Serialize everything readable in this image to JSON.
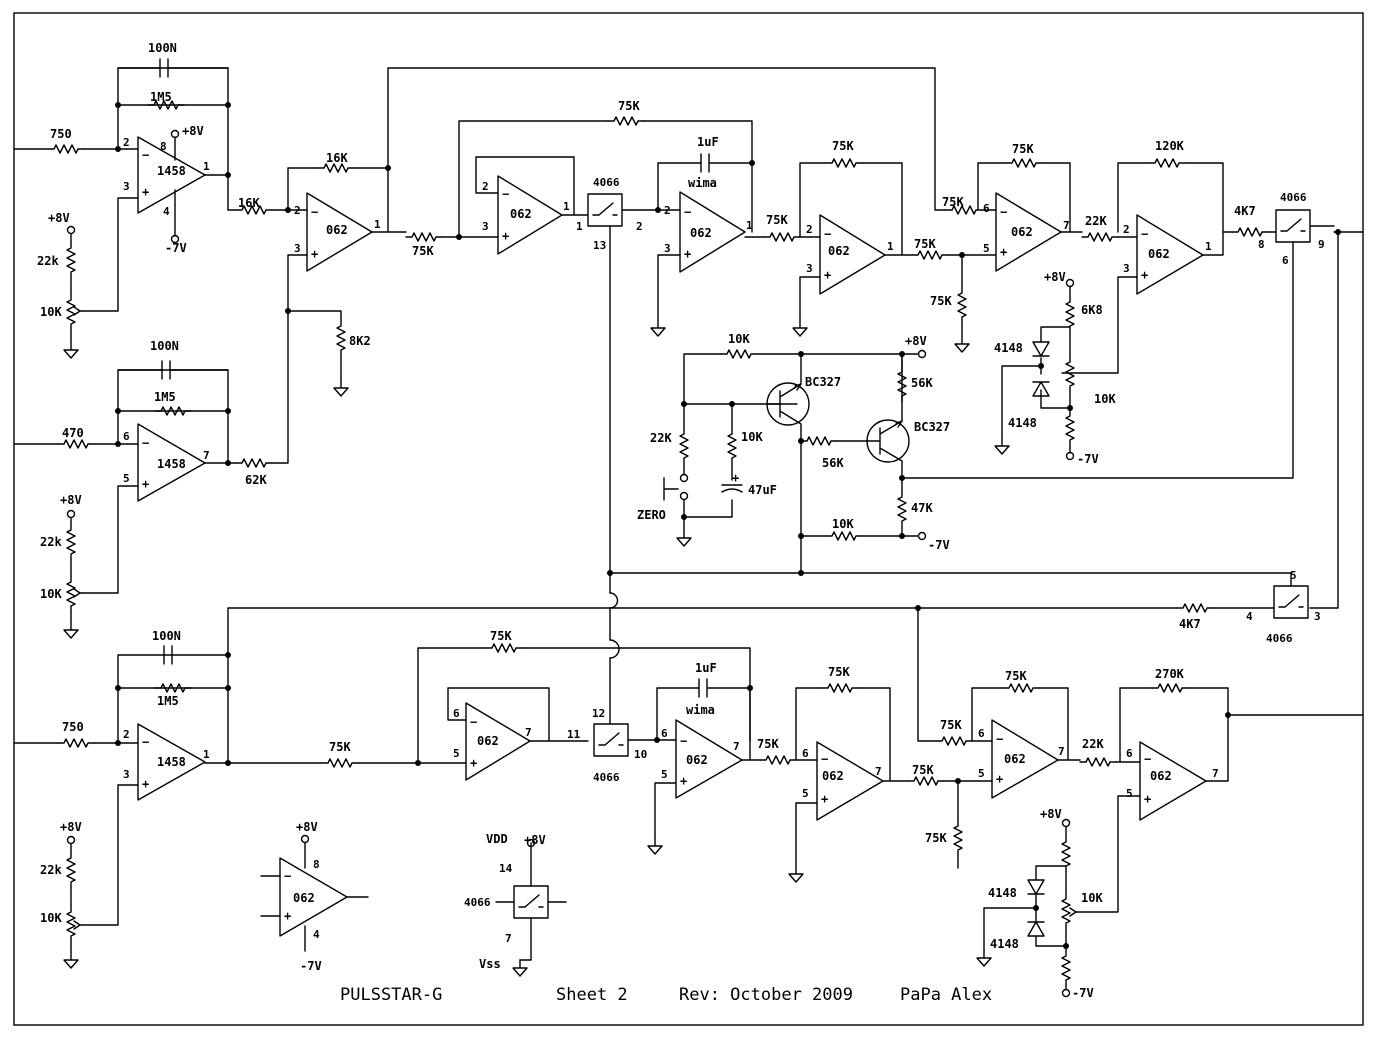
{
  "title_block": {
    "name": "PULSSTAR-G",
    "sheet": "Sheet 2",
    "revision": "Rev: October 2009",
    "author": "PaPa Alex"
  },
  "chips": {
    "u1458a": "1458",
    "u1458b": "1458",
    "u1458c": "1458",
    "u062_1": "062",
    "u062_2": "062",
    "u062_3": "062",
    "u062_4": "062",
    "u062_5": "062",
    "u062_6": "062",
    "u062_7": "062",
    "u062_8": "062",
    "u062_9": "062",
    "u062_10": "062",
    "u062_11": "062",
    "u062_ref": "062",
    "u4066_a": "4066",
    "u4066_b": "4066",
    "u4066_c": "4066",
    "u4066_d": "4066",
    "u4066_ref": "4066",
    "q1": "BC327",
    "q2": "BC327"
  },
  "labels": {
    "c100n_1": "100N",
    "r1m5_1": "1M5",
    "r750_1": "750",
    "pwr8_1": "+8V",
    "pwr7_1": "-7V",
    "pwr8_p1": "+8V",
    "r22k_p1": "22k",
    "pot10k_1": "10K",
    "r16k_1": "16K",
    "r16k_2": "16K",
    "r8k2": "8K2",
    "c100n_2": "100N",
    "r1m5_2": "1M5",
    "r470": "470",
    "r62k": "62K",
    "pwr8_p2": "+8V",
    "r22k_p2": "22k",
    "pot10k_2": "10K",
    "r75k_a": "75K",
    "r75k_b": "75K",
    "c1uf_1": "1uF",
    "wima_1": "wima",
    "r75k_c": "75K",
    "r75k_d": "75K",
    "r75k_e": "75K",
    "r75k_f": "75K",
    "r75k_g": "75K",
    "r75k_h": "75K",
    "r22k_1": "22K",
    "r120k": "120K",
    "r4k7_1": "4K7",
    "pwr8_d1": "+8V",
    "r6k8": "6K8",
    "d4148_1": "4148",
    "d4148_2": "4148",
    "pot10k_3": "10K",
    "pwr7_d1": "-7V",
    "r10k_t1": "10K",
    "pwr8_t": "+8V",
    "r56k_1": "56K",
    "r56k_2": "56K",
    "r22k_t": "22K",
    "r10k_t2": "10K",
    "c47uf": "47uF",
    "zero": "ZERO",
    "r47k": "47K",
    "r10k_t3": "10K",
    "pwr7_t": "-7V",
    "r4k7_2": "4K7",
    "c100n_3": "100N",
    "r1m5_3": "1M5",
    "r750_2": "750",
    "pwr8_p3": "+8V",
    "r22k_p3": "22k",
    "pot10k_4": "10K",
    "r75k_i": "75K",
    "r75k_j": "75K",
    "c1uf_2": "1uF",
    "wima_2": "wima",
    "r75k_k": "75K",
    "r75k_l": "75K",
    "r75k_m": "75K",
    "r75k_n": "75K",
    "r75k_o": "75K",
    "r75k_p": "75K",
    "r22k_2": "22K",
    "r270k": "270K",
    "pwr8_d2": "+8V",
    "d4148_3": "4148",
    "d4148_4": "4148",
    "pot10k_5": "10K",
    "pwr7_d2": "-7V",
    "pwr8_ref": "+8V",
    "pwr7_ref": "-7V",
    "vdd": "VDD",
    "pwr8_vdd": "+8V",
    "vss": "Vss"
  },
  "pins": {
    "a1": "2",
    "a2": "3",
    "a3": "8",
    "a4": "1",
    "a5": "4",
    "b1": "6",
    "b2": "5",
    "b3": "7",
    "c1": "2",
    "c2": "3",
    "c3": "1",
    "d1": "2",
    "d2": "3",
    "d3": "1",
    "e1": "1",
    "e2": "13",
    "e3": "2",
    "f1": "2",
    "f2": "3",
    "f3": "1",
    "g1": "2",
    "g2": "3",
    "g3": "1",
    "h1": "6",
    "h2": "5",
    "h3": "7",
    "i1": "2",
    "i2": "3",
    "i3": "1",
    "j1": "8",
    "j2": "6",
    "j3": "9",
    "k1": "5",
    "k2": "4",
    "k3": "3",
    "l1": "2",
    "l2": "3",
    "l3": "1",
    "m1": "6",
    "m2": "5",
    "m3": "7",
    "n1": "12",
    "n2": "11",
    "n3": "10",
    "o1": "6",
    "o2": "5",
    "o3": "7",
    "p1": "6",
    "p2": "5",
    "p3": "7",
    "q1": "6",
    "q2": "5",
    "q3": "7",
    "r1": "6",
    "r2": "5",
    "r3": "7",
    "s1": "8",
    "s2": "4",
    "t1": "14",
    "t2": "7"
  },
  "signs": {
    "minus": "−",
    "plus": "+",
    "cap_plus": "+"
  }
}
